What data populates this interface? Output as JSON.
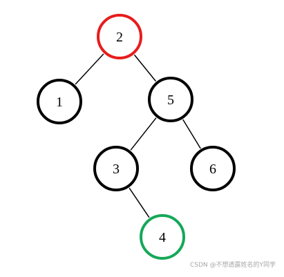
{
  "nodes": [
    {
      "id": "n2",
      "label": "2",
      "color": "#e81c1c"
    },
    {
      "id": "n1",
      "label": "1",
      "color": "#000000"
    },
    {
      "id": "n5",
      "label": "5",
      "color": "#000000"
    },
    {
      "id": "n3",
      "label": "3",
      "color": "#000000"
    },
    {
      "id": "n6",
      "label": "6",
      "color": "#000000"
    },
    {
      "id": "n4",
      "label": "4",
      "color": "#15a858"
    }
  ],
  "edges": [
    {
      "from": "n2",
      "to": "n1"
    },
    {
      "from": "n2",
      "to": "n5"
    },
    {
      "from": "n5",
      "to": "n3"
    },
    {
      "from": "n5",
      "to": "n6"
    },
    {
      "from": "n3",
      "to": "n4"
    }
  ],
  "watermark": "CSDN @不想透露姓名的Y同学"
}
